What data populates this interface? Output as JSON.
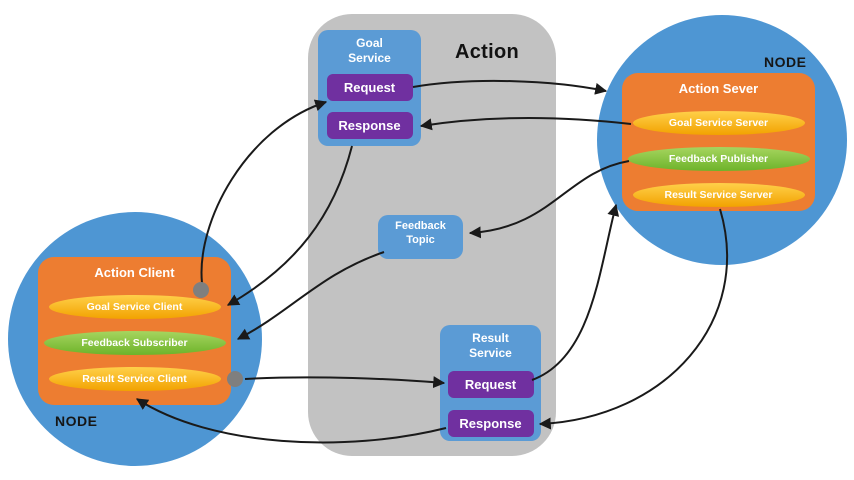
{
  "title": "Action",
  "left_node": {
    "label": "NODE",
    "title": "Action Client",
    "items": [
      {
        "label": "Goal Service Client"
      },
      {
        "label": "Feedback Subscriber"
      },
      {
        "label": "Result Service Client"
      }
    ]
  },
  "right_node": {
    "label": "NODE",
    "title": "Action Sever",
    "items": [
      {
        "label": "Goal Service Server"
      },
      {
        "label": "Feedback Publisher"
      },
      {
        "label": "Result Service Server"
      }
    ]
  },
  "goal_service": {
    "title": "Goal Service",
    "request": "Request",
    "response": "Response"
  },
  "feedback_topic": {
    "title": "Feedback Topic"
  },
  "result_service": {
    "title": "Result Service",
    "request": "Request",
    "response": "Response"
  },
  "colors": {
    "node_blue": "#4E96D3",
    "service_blue": "#5B9BD5",
    "purple": "#7030A0",
    "orange": "#ED7D31",
    "yellow": "#FFC000",
    "green": "#7DC242",
    "gray_panel": "#C2C2C2",
    "arrow": "#1A1A1A",
    "dot_gray": "#7F7F7F"
  }
}
